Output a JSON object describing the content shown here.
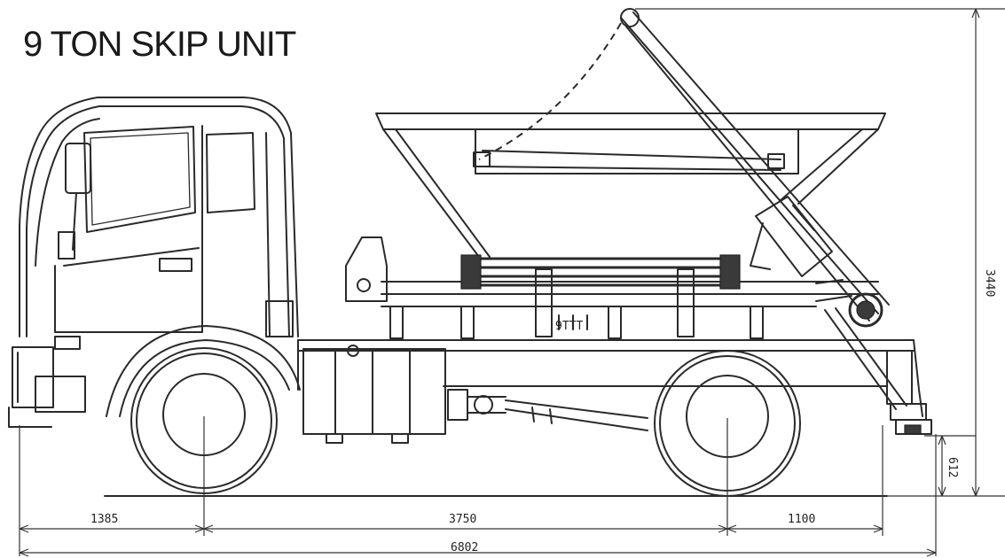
{
  "title": "9 TON SKIP UNIT",
  "dimensions": {
    "front_overhang": "1385",
    "wheelbase": "3750",
    "rear_overhang": "1100",
    "overall_length": "6802",
    "overall_height": "3440",
    "rear_height": "612"
  },
  "badge": "9TTT"
}
